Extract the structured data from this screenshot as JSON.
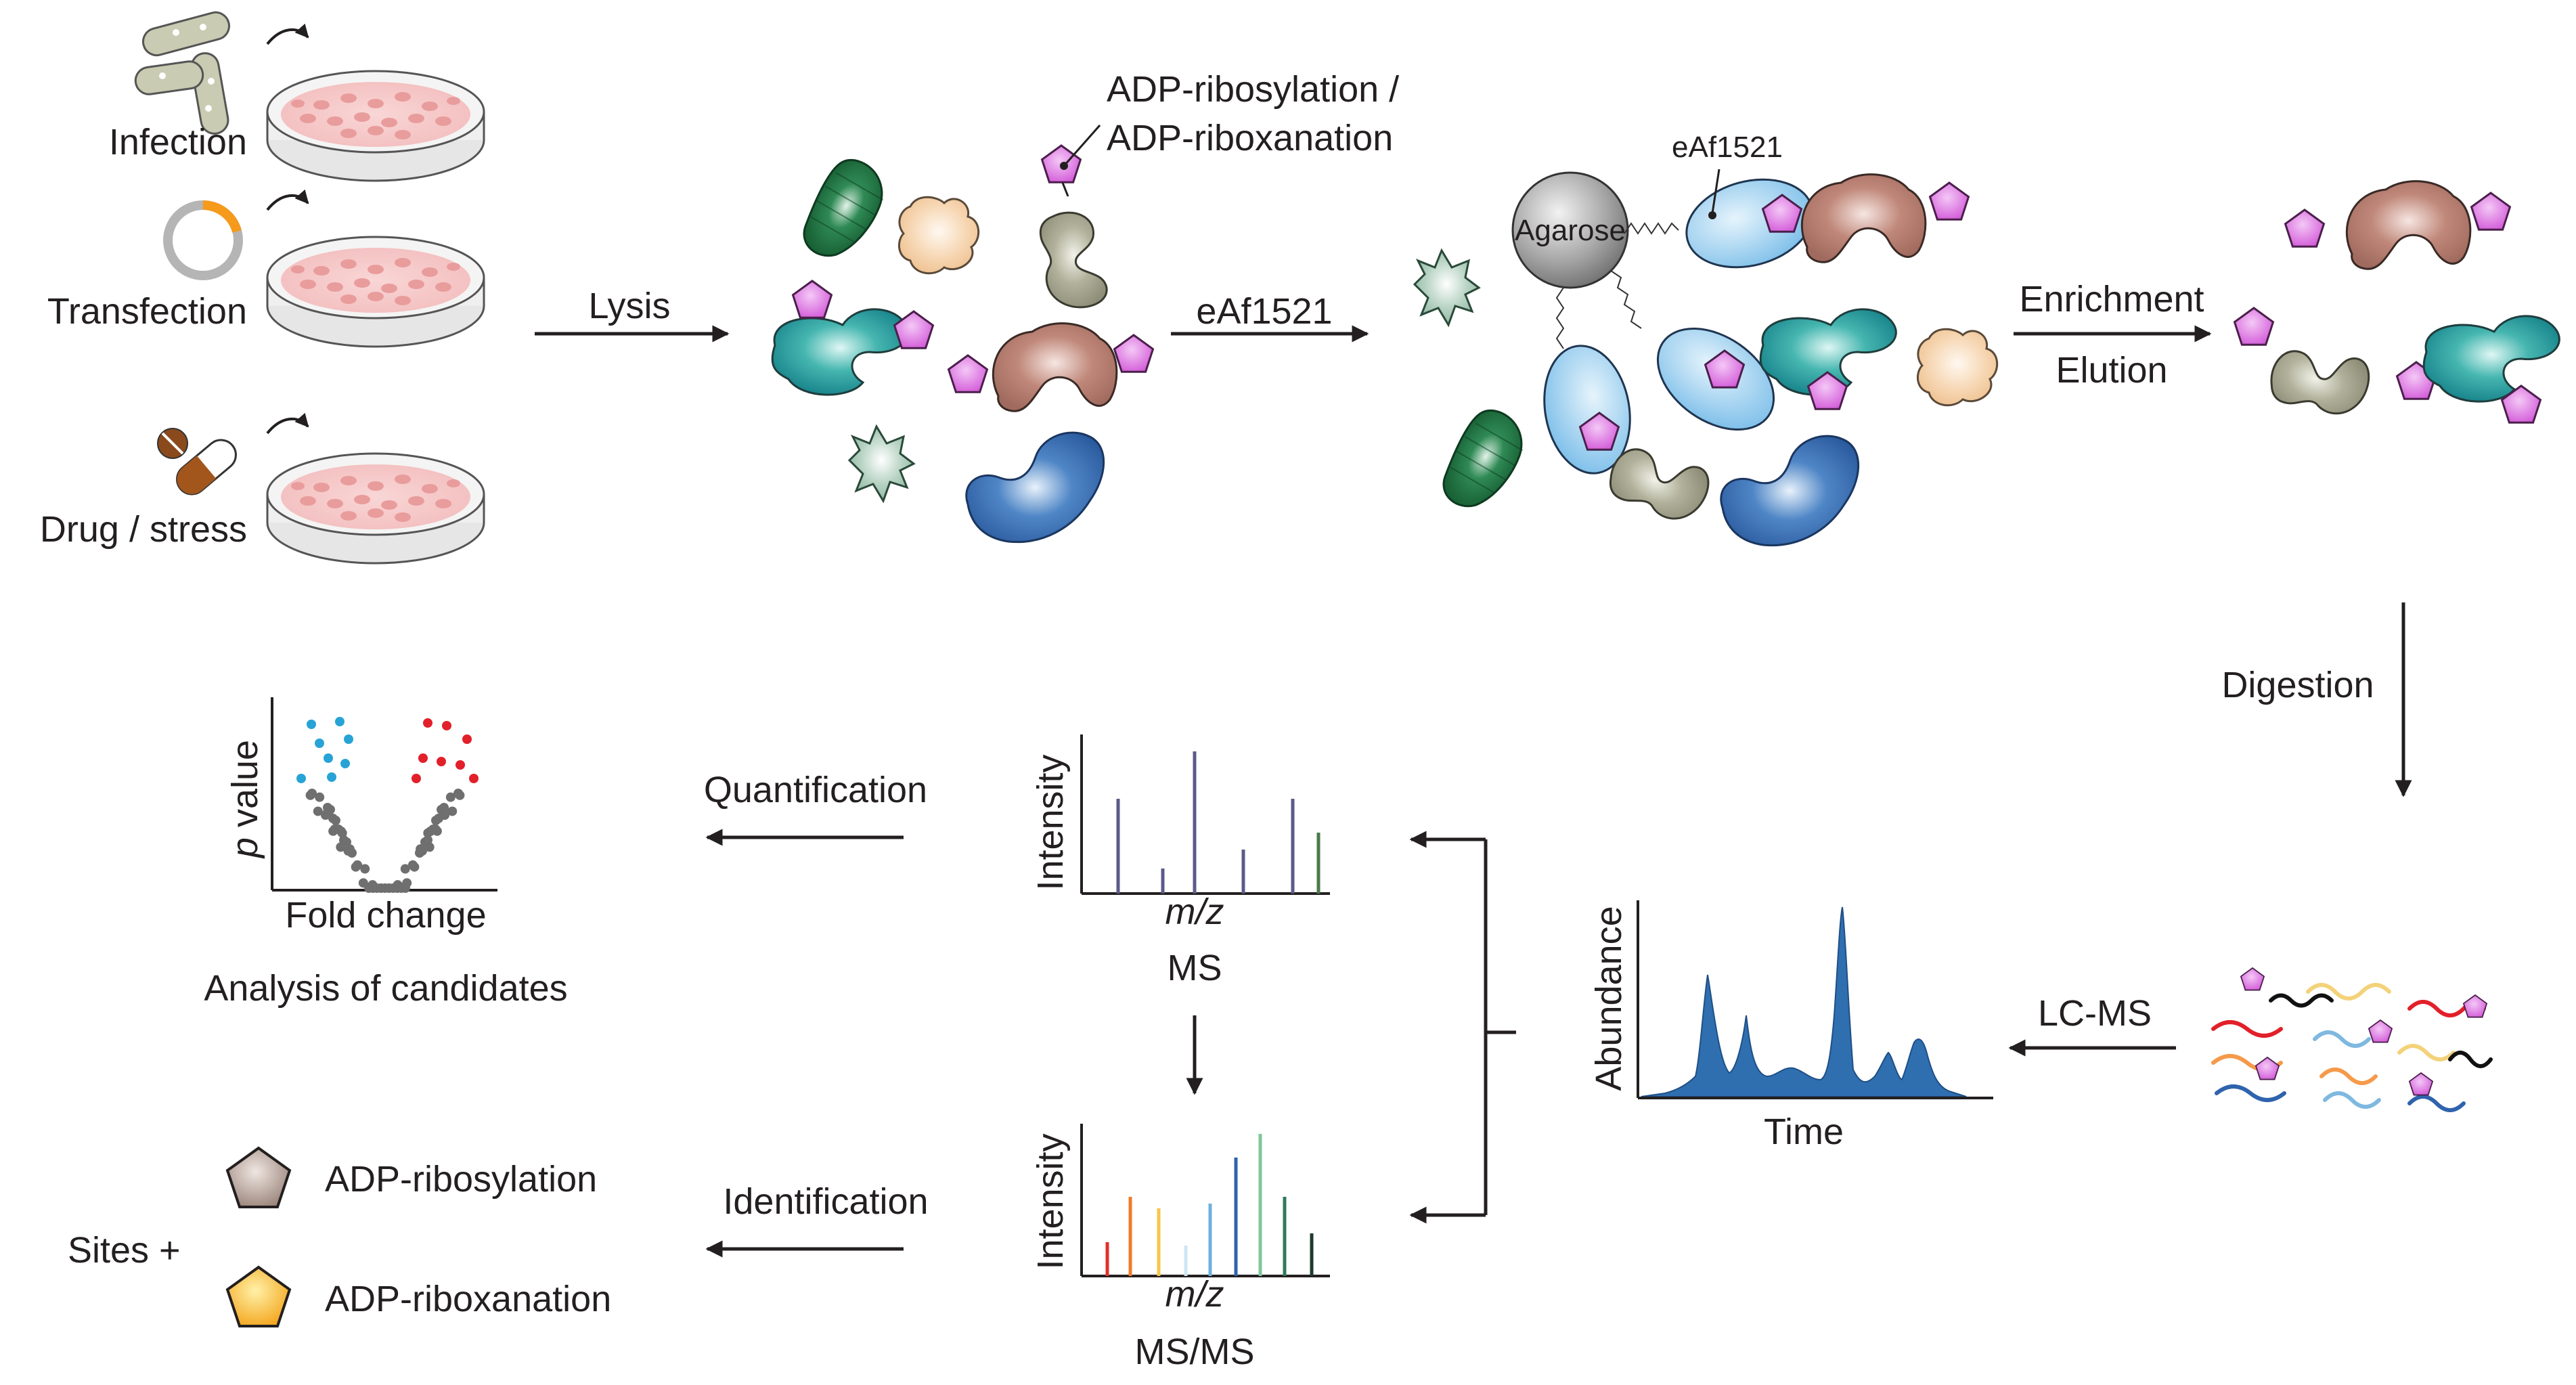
{
  "labels": {
    "infection": "Infection",
    "transfection": "Transfection",
    "drug_stress": "Drug / stress",
    "lysis": "Lysis",
    "adp_mod_line1": "ADP-ribosylation /",
    "adp_mod_line2": "ADP-riboxanation",
    "eaf_arrow": "eAf1521",
    "eaf_callout": "eAf1521",
    "agarose": "Agarose",
    "enrichment": "Enrichment",
    "elution": "Elution",
    "digestion": "Digestion",
    "lcms": "LC-MS",
    "abundance": "Abundance",
    "time": "Time",
    "ms_intensity": "Intensity",
    "ms_xlabel": "m/z",
    "ms_title": "MS",
    "msms_intensity": "Intensity",
    "msms_xlabel": "m/z",
    "msms_title": "MS/MS",
    "quantification": "Quantification",
    "identification": "Identification",
    "volcano_y_italic": "p",
    "volcano_y_rest": " value",
    "volcano_x": "Fold change",
    "analysis": "Analysis of candidates",
    "sites_plus": "Sites +",
    "legend_ribosylation": "ADP-ribosylation",
    "legend_riboxanation": "ADP-riboxanation"
  },
  "colors": {
    "pentagon_magenta": "#d25fd8",
    "pentagon_brown": "#8c7468",
    "pentagon_orange": "#f5a623",
    "teal": "#1a9aa0",
    "rose": "#b07a6e",
    "sage": "#9a9a82",
    "peach": "#f3cfa6",
    "dark_green": "#1e6a3a",
    "blue": "#2f63ad",
    "light_blue": "#7fc1ea",
    "volcano_blue": "#27a3d6",
    "volcano_red": "#e2202a",
    "volcano_grey": "#6f6f6f",
    "chromatogram": "#2f6fb0"
  }
}
